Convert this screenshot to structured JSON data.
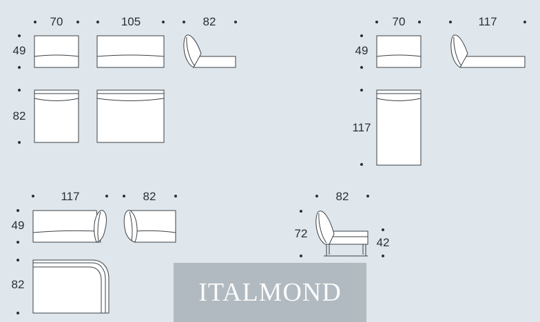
{
  "watermark": {
    "text": "ITALMOND"
  },
  "dimensions": {
    "top_left_widths": [
      "70",
      "105",
      "82"
    ],
    "top_left_heights": [
      "49",
      "82"
    ],
    "top_right_widths": [
      "70",
      "117"
    ],
    "top_right_heights": [
      "49",
      "117"
    ],
    "bottom_left_widths": [
      "117",
      "82"
    ],
    "bottom_left_heights": [
      "49",
      "82"
    ],
    "chair_width": "82",
    "chair_height": "72",
    "chair_seat_height": "42"
  },
  "colors": {
    "background": "#dfe7ec",
    "line": "#3a3f44",
    "watermark_bg": "#a9b3b9"
  }
}
